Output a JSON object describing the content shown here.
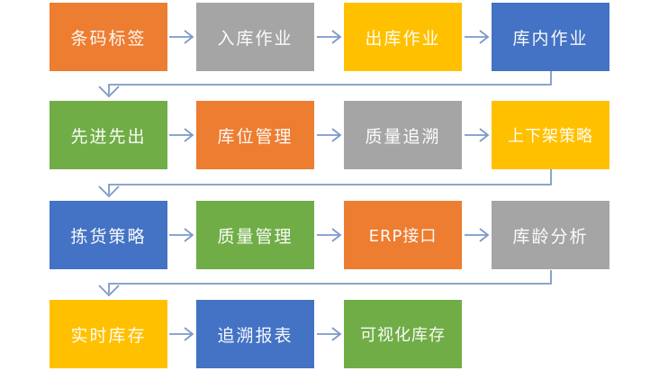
{
  "diagram": {
    "title": "",
    "type": "flowchart",
    "rows": [
      {
        "boxes": [
          {
            "label": "条码标签",
            "color": "#ED7D31"
          },
          {
            "label": "入库作业",
            "color": "#A5A5A5"
          },
          {
            "label": "出库作业",
            "color": "#FFC000"
          },
          {
            "label": "库内作业",
            "color": "#4472C4"
          }
        ]
      },
      {
        "boxes": [
          {
            "label": "先进先出",
            "color": "#70AD47"
          },
          {
            "label": "库位管理",
            "color": "#ED7D31"
          },
          {
            "label": "质量追溯",
            "color": "#A5A5A5"
          },
          {
            "label": "上下架策略",
            "color": "#FFC000"
          }
        ]
      },
      {
        "boxes": [
          {
            "label": "拣货策略",
            "color": "#4472C4"
          },
          {
            "label": "质量管理",
            "color": "#70AD47"
          },
          {
            "label": "ERP接口",
            "color": "#ED7D31"
          },
          {
            "label": "库龄分析",
            "color": "#A5A5A5"
          }
        ]
      },
      {
        "boxes": [
          {
            "label": "实时库存",
            "color": "#FFC000"
          },
          {
            "label": "追溯报表",
            "color": "#4472C4"
          },
          {
            "label": "可视化库存",
            "color": "#70AD47"
          }
        ]
      }
    ],
    "flow_order": [
      "条码标签",
      "入库作业",
      "出库作业",
      "库内作业",
      "先进先出",
      "库位管理",
      "质量追溯",
      "上下架策略",
      "拣货策略",
      "质量管理",
      "ERP接口",
      "库龄分析",
      "实时库存",
      "追溯报表",
      "可视化库存"
    ],
    "palette": {
      "orange": "#ED7D31",
      "gray": "#A5A5A5",
      "gold": "#FFC000",
      "blue": "#4472C4",
      "green": "#70AD47"
    },
    "connector_color": "#7C99C8",
    "text_color": "#FFFFFF",
    "background_color": "#FFFFFF"
  }
}
